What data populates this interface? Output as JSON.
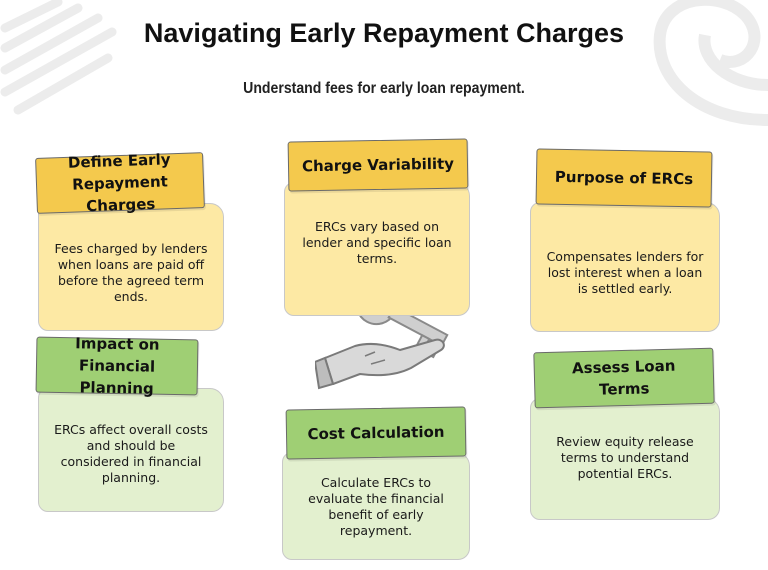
{
  "page": {
    "title": "Navigating Early Repayment Charges",
    "subtitle": "Understand fees for early loan repayment."
  },
  "colors": {
    "yellow_header": "#f4c94d",
    "yellow_body": "#fde9a4",
    "green_header": "#9fcf74",
    "green_body": "#e3f0cf"
  },
  "central_icon": "hand-holding-key-icon",
  "cards": [
    {
      "title": "Define Early Repayment Charges",
      "text": "Fees charged by lenders when loans are paid off before the agreed term ends.",
      "color": "yellow"
    },
    {
      "title": "Charge Variability",
      "text": "ERCs vary based on lender and specific loan terms.",
      "color": "yellow"
    },
    {
      "title": "Purpose of ERCs",
      "text": "Compensates lenders for lost interest when a loan is settled early.",
      "color": "yellow"
    },
    {
      "title": "Impact on Financial Planning",
      "text": "ERCs affect overall costs and should be considered in financial planning.",
      "color": "green"
    },
    {
      "title": "Cost Calculation",
      "text": "Calculate ERCs to evaluate the financial benefit of early repayment.",
      "color": "green"
    },
    {
      "title": "Assess Loan Terms",
      "text": "Review equity release terms to understand potential ERCs.",
      "color": "green"
    }
  ]
}
